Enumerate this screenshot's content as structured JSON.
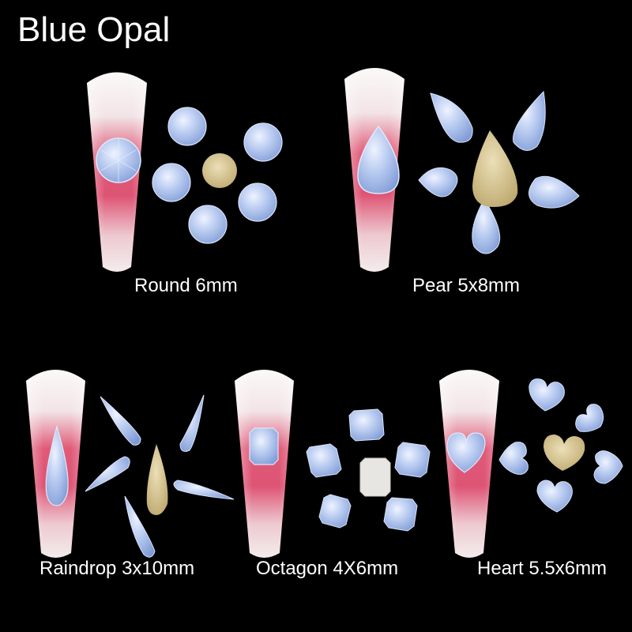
{
  "title": "Blue Opal",
  "colors": {
    "background": "#000000",
    "nail_top": "#f6f3f1",
    "nail_pink": "#e04868",
    "opal_blue": "#b5c8ef",
    "gold_back": "#d8c48e"
  },
  "groups": [
    {
      "label": "Round 6mm",
      "shape": "round"
    },
    {
      "label": "Pear 5x8mm",
      "shape": "pear"
    },
    {
      "label": "Raindrop 3x10mm",
      "shape": "raindrop"
    },
    {
      "label": "Octagon 4X6mm",
      "shape": "octagon"
    },
    {
      "label": "Heart 5.5x6mm",
      "shape": "heart"
    }
  ]
}
